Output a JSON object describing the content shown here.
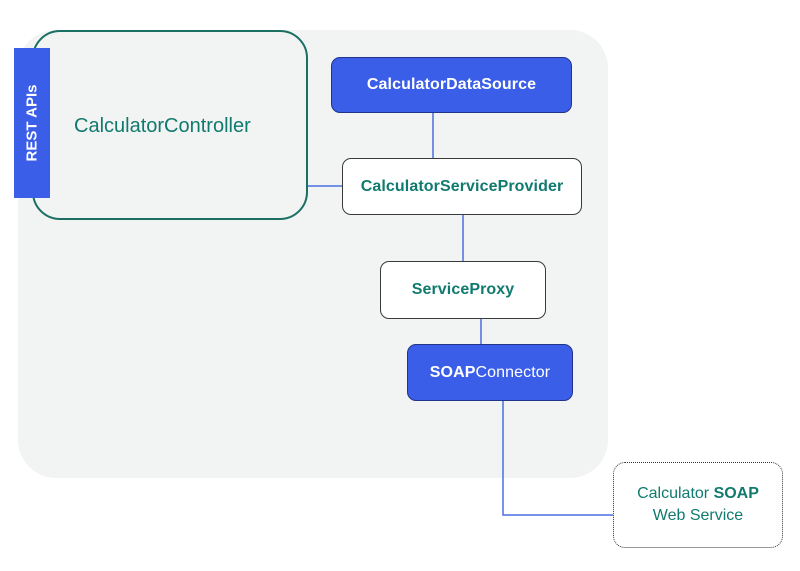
{
  "diagram": {
    "controller": {
      "label": "CalculatorController"
    },
    "rest_tab": {
      "label": "REST APIs"
    },
    "data_source": {
      "label": "CalculatorDataSource"
    },
    "service_provider": {
      "label": "CalculatorServiceProvider"
    },
    "service_proxy": {
      "label": "ServiceProxy"
    },
    "soap_connector": {
      "prefix": "SOAP",
      "suffix": "Connector"
    },
    "external_service": {
      "line1_prefix": "Calculator ",
      "line1_bold": "SOAP",
      "line2": "Web Service"
    }
  },
  "colors": {
    "panel_bg": "#f2f3f3",
    "accent_blue": "#3b5ee8",
    "text_teal": "#117a6f",
    "connector": "#4a6fe0"
  }
}
